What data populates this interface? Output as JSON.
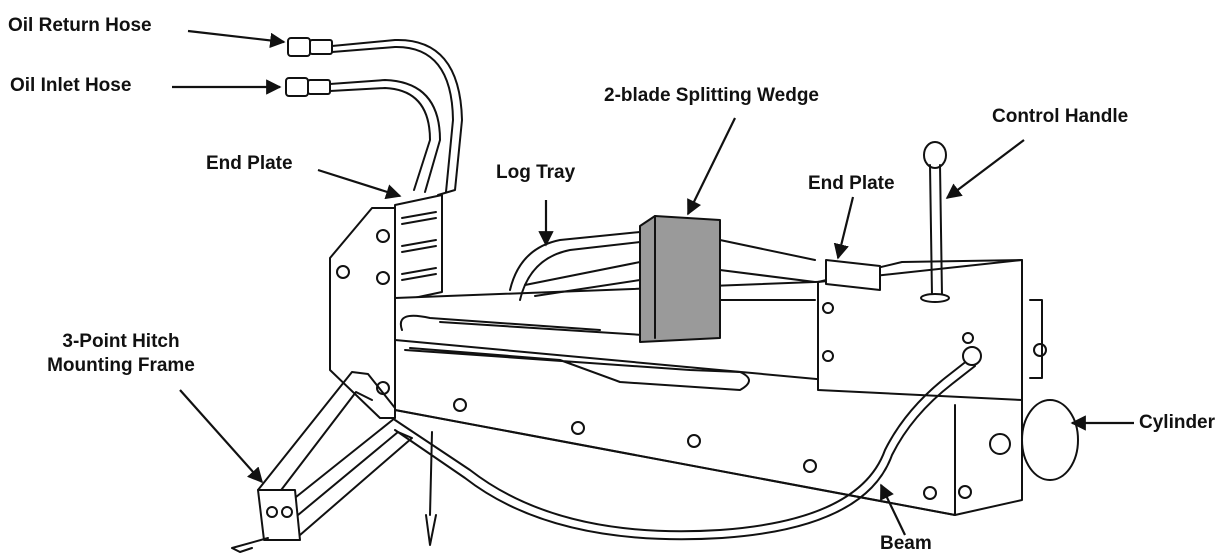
{
  "diagram": {
    "labels": {
      "oil_return_hose": "Oil Return Hose",
      "oil_inlet_hose": "Oil Inlet Hose",
      "splitting_wedge": "2-blade Splitting Wedge",
      "control_handle": "Control Handle",
      "end_plate_left": "End Plate",
      "log_tray": "Log Tray",
      "end_plate_right": "End Plate",
      "hitch_frame_line1": "3-Point Hitch",
      "hitch_frame_line2": "Mounting Frame",
      "cylinder": "Cylinder",
      "beam": "Beam"
    }
  }
}
